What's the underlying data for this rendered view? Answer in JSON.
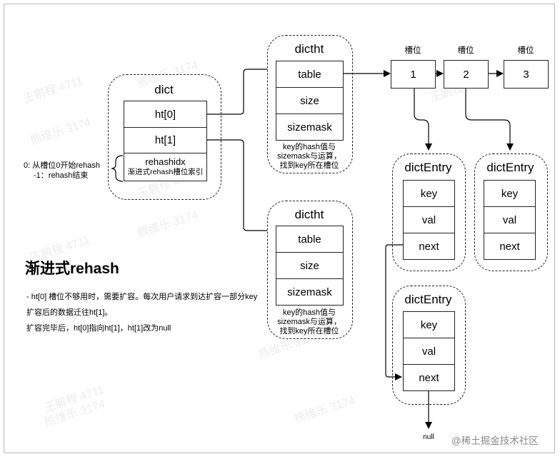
{
  "dict": {
    "title": "dict",
    "ht0": "ht[0]",
    "ht1": "ht[1]",
    "rehashidx": "rehashidx",
    "rehashidx_note": "渐进式rehash槽位索引"
  },
  "rehash_side_note": {
    "line1": "0: 从槽位0开始rehash",
    "line2": "-1：rehash结束"
  },
  "dictht_top": {
    "title": "dictht",
    "fields": [
      "table",
      "size",
      "sizemask"
    ],
    "note": [
      "key的hash值与",
      "sizemask与运算，",
      "找到key所在槽位"
    ]
  },
  "dictht_bottom": {
    "title": "dictht",
    "fields": [
      "table",
      "size",
      "sizemask"
    ],
    "note": [
      "key的hash值与",
      "sizemask与运算，",
      "找到key所在槽位"
    ]
  },
  "slots": {
    "label": "槽位",
    "values": [
      "1",
      "2",
      "3"
    ]
  },
  "dict_entries": [
    {
      "title": "dictEntry",
      "fields": [
        "key",
        "val",
        "next"
      ]
    },
    {
      "title": "dictEntry",
      "fields": [
        "key",
        "val",
        "next"
      ]
    },
    {
      "title": "dictEntry",
      "fields": [
        "key",
        "val",
        "next"
      ]
    }
  ],
  "null_label": "null",
  "explanation": {
    "heading": "渐进式rehash",
    "line1": "- ht[0] 槽位不够用时，需要扩容。每次用户请求到达扩容一部分key",
    "line2": "扩容后的数据迁往ht[1]。",
    "line3": "扩容完毕后，ht[0]指向ht[1]，ht[1]改为null"
  },
  "watermarks": [
    "王鹏程 4711",
    "熊维乐 3174"
  ],
  "footer_watermark": "@稀土掘金技术社区"
}
